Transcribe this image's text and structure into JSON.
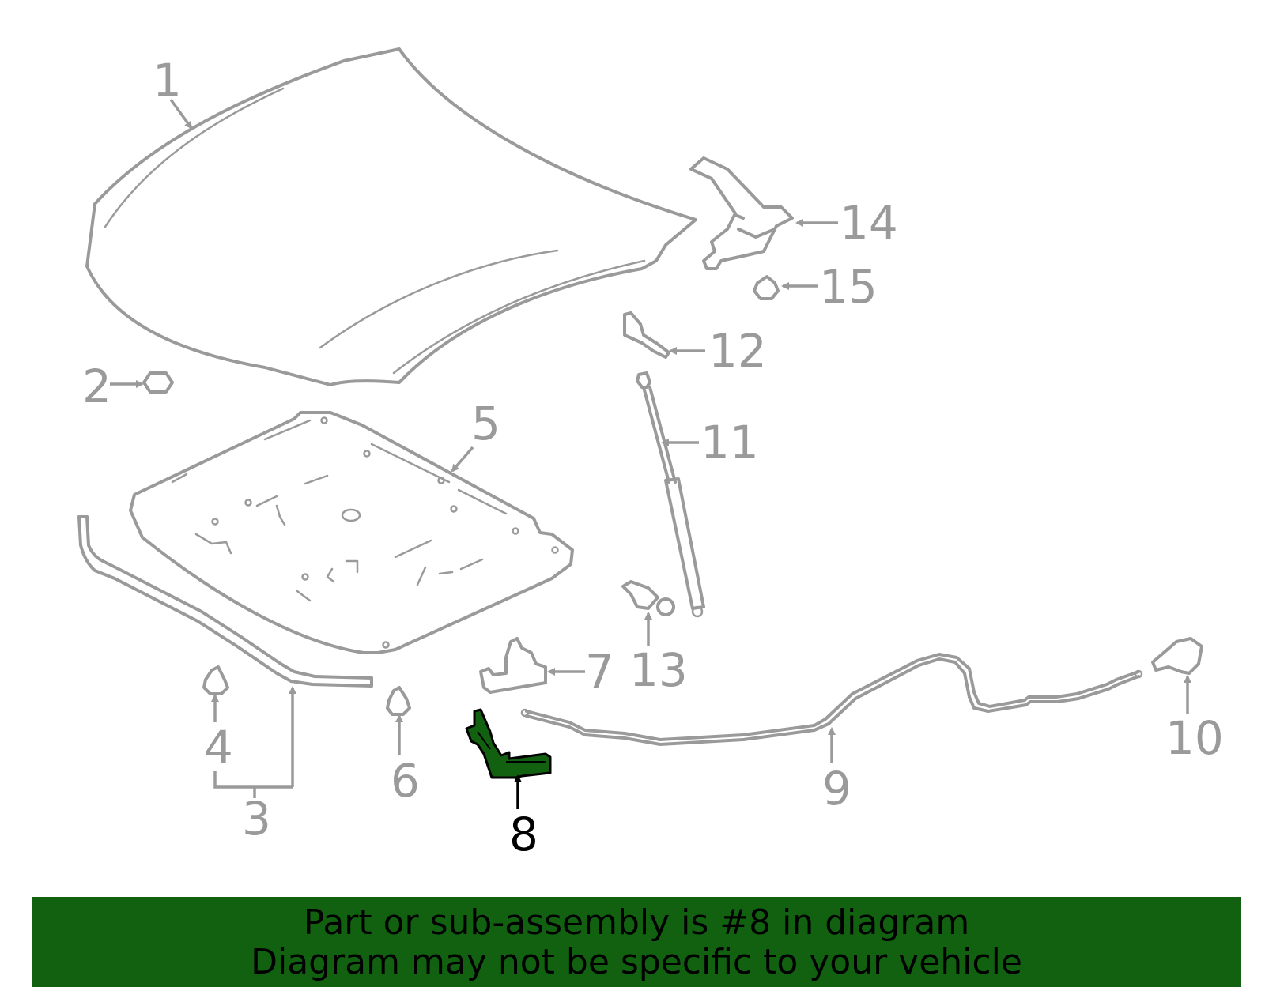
{
  "diagram": {
    "callouts": [
      "1",
      "2",
      "3",
      "4",
      "5",
      "6",
      "7",
      "8",
      "9",
      "10",
      "11",
      "12",
      "13",
      "14",
      "15"
    ],
    "highlighted_part": "8",
    "colors": {
      "line": "#9a9a9a",
      "highlight_fill": "#116111",
      "highlight_stroke": "#000000",
      "banner_bg": "#116111"
    }
  },
  "banner": {
    "line1": "Part or sub-assembly is #8 in diagram",
    "line2": "Diagram may not be specific to your vehicle"
  }
}
